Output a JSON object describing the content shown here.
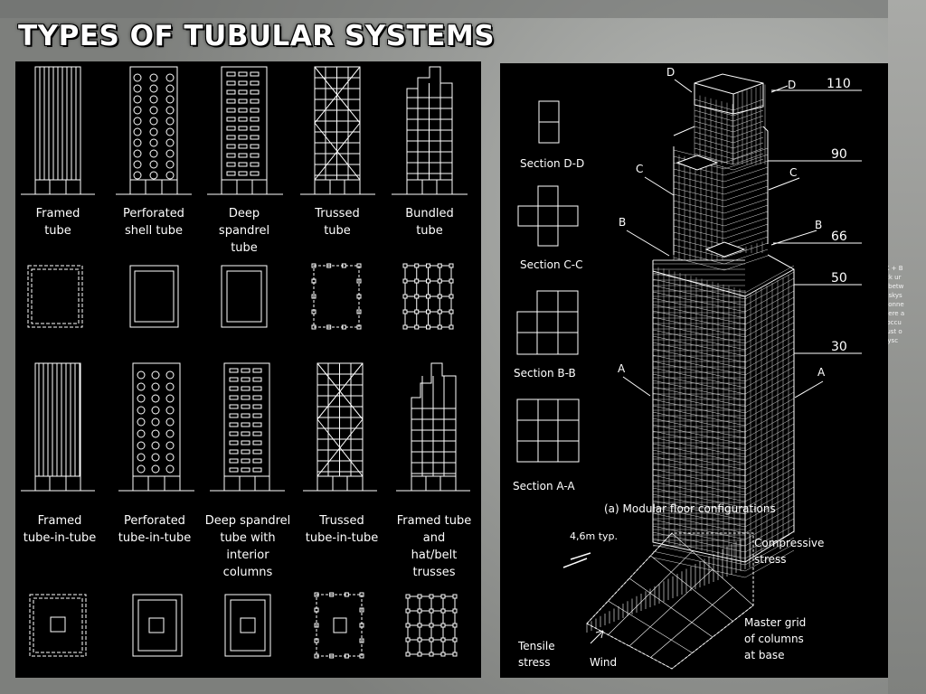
{
  "slide": {
    "title": "TYPES OF TUBULAR SYSTEMS",
    "background_snippet": "DOCK + B\ny Dock ur\nwork betw\nsting skys\ndge conne\nty where a\nents occu\nhen just o\nhe skysc"
  },
  "left_panel": {
    "row1_labels": [
      [
        "Framed",
        "tube"
      ],
      [
        "Perforated",
        "shell tube"
      ],
      [
        "Deep",
        "spandrel",
        "tube"
      ],
      [
        "Trussed",
        "tube"
      ],
      [
        "Bundled",
        "tube"
      ]
    ],
    "row2_labels": [
      [
        "Framed",
        "tube-in-tube"
      ],
      [
        "Perforated",
        "tube-in-tube"
      ],
      [
        "Deep spandrel",
        "tube with",
        "interior",
        "columns"
      ],
      [
        "Trussed",
        "tube-in-tube"
      ],
      [
        "Framed tube",
        "and",
        "hat/belt",
        "trusses"
      ]
    ]
  },
  "right_panel": {
    "sections": [
      "Section D-D",
      "Section C-C",
      "Section B-B",
      "Section A-A"
    ],
    "levels": [
      "110",
      "90",
      "66",
      "50",
      "30"
    ],
    "cut_letters": [
      "D",
      "D",
      "C",
      "C",
      "B",
      "B",
      "A",
      "A"
    ],
    "caption": "(a) Modular floor configurations",
    "grid_labels": {
      "spacing": "4,6m typ.",
      "compressive": [
        "Compressive",
        "stress"
      ],
      "master": [
        "Master grid",
        "of columns",
        "at base"
      ],
      "tensile": [
        "Tensile",
        "stress"
      ],
      "wind": "Wind"
    }
  },
  "colors": {
    "panel": "#000000",
    "line": "#ffffff",
    "title": "#ffffff"
  }
}
